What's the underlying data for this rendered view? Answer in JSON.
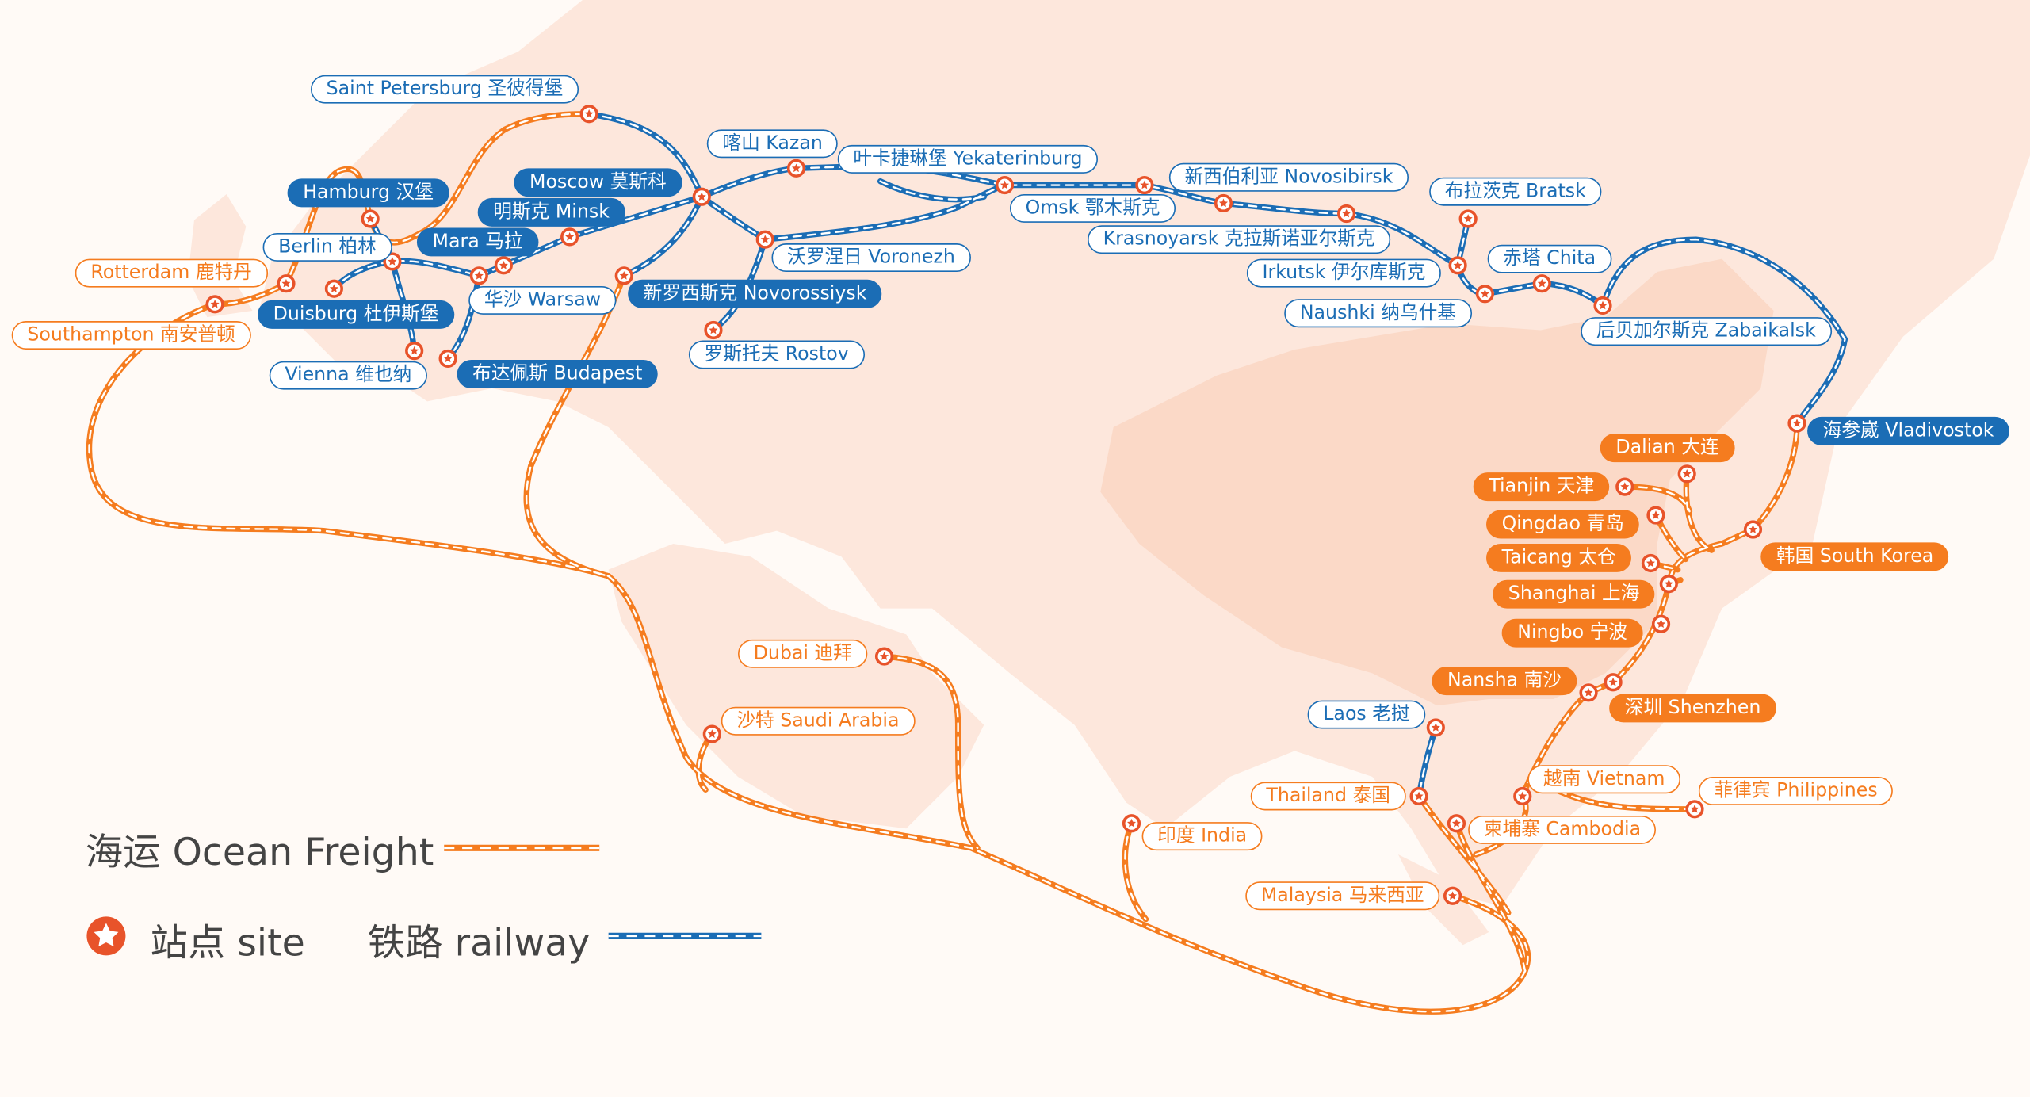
{
  "colors": {
    "ocean": "#f57c1f",
    "railway": "#1b6db5",
    "site": "#e8532a",
    "land": "#fde7dc",
    "china": "#fbd9c7",
    "background": "#fffaf6"
  },
  "labels": {
    "saint_petersburg": "Saint Petersburg 圣彼得堡",
    "moscow": "Moscow 莫斯科",
    "kazan": "喀山 Kazan",
    "yekaterinburg": "叶卡捷琳堡 Yekaterinburg",
    "novosibirsk": "新西伯利亚 Novosibirsk",
    "omsk": "Omsk 鄂木斯克",
    "krasnoyarsk": "Krasnoyarsk 克拉斯诺亚尔斯克",
    "bratsk": "布拉茨克 Bratsk",
    "irkutsk": "Irkutsk 伊尔库斯克",
    "naushki": "Naushki 纳乌什基",
    "chita": "赤塔 Chita",
    "zabaikalsk": "后贝加尔斯克 Zabaikalsk",
    "vladivostok": "海参崴 Vladivostok",
    "hamburg": "Hamburg 汉堡",
    "minsk": "明斯克 Minsk",
    "mara": "Mara 马拉",
    "berlin": "Berlin 柏林",
    "rotterdam": "Rotterdam 鹿特丹",
    "southampton": "Southampton 南安普顿",
    "duisburg": "Duisburg 杜伊斯堡",
    "vienna": "Vienna 维也纳",
    "warsaw": "华沙 Warsaw",
    "budapest": "布达佩斯 Budapest",
    "novorossiysk": "新罗西斯克 Novorossiysk",
    "voronezh": "沃罗涅日 Voronezh",
    "rostov": "罗斯托夫 Rostov",
    "dalian": "Dalian 大连",
    "tianjin": "Tianjin 天津",
    "qingdao": "Qingdao 青岛",
    "taicang": "Taicang 太仓",
    "shanghai": "Shanghai 上海",
    "ningbo": "Ningbo 宁波",
    "south_korea": "韩国 South Korea",
    "nansha": "Nansha 南沙",
    "shenzhen": "深圳 Shenzhen",
    "dubai": "Dubai 迪拜",
    "saudi": "沙特 Saudi Arabia",
    "india": "印度 India",
    "laos": "Laos 老挝",
    "thailand": "Thailand 泰国",
    "vietnam": "越南 Vietnam",
    "philippines": "菲律宾 Philippines",
    "cambodia": "柬埔寨 Cambodia",
    "malaysia": "Malaysia 马来西亚"
  },
  "legend": {
    "ocean": "海运 Ocean Freight",
    "site": "站点 site",
    "railway": "铁路 railway"
  }
}
